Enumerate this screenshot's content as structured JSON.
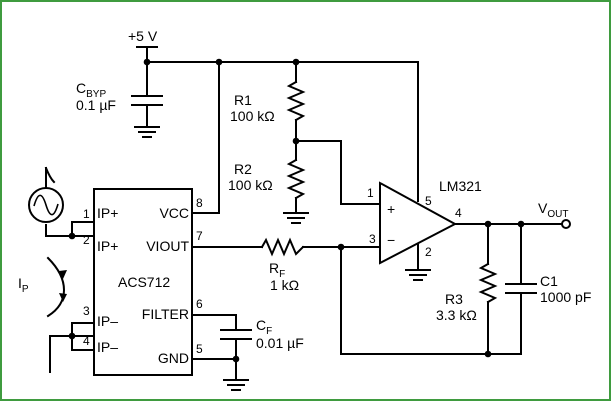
{
  "frame_color": "#3f9b3f",
  "supply": {
    "label": "+5 V"
  },
  "cbyp": {
    "name": "C",
    "sub": "BYP",
    "value": "0.1 µF"
  },
  "r1": {
    "name": "R1",
    "value": "100 kΩ"
  },
  "r2": {
    "name": "R2",
    "value": "100 kΩ"
  },
  "opamp": {
    "name": "LM321",
    "pin_plus_in": "1",
    "pin_minus_in": "3",
    "pin_out": "4",
    "pin_vcc": "5",
    "pin_gnd": "2",
    "plus_sign": "+",
    "minus_sign": "−"
  },
  "vout": {
    "name": "V",
    "sub": "OUT"
  },
  "r3": {
    "name": "R3",
    "value": "3.3 kΩ"
  },
  "c1": {
    "name": "C1",
    "value": "1000 pF"
  },
  "rf": {
    "name": "R",
    "sub": "F",
    "value": "1 kΩ"
  },
  "cf": {
    "name": "C",
    "sub": "F",
    "value": "0.01 µF"
  },
  "ic": {
    "name": "ACS712",
    "pins": {
      "ip1": {
        "num": "1",
        "label": "IP+"
      },
      "ip2": {
        "num": "2",
        "label": "IP+"
      },
      "ipm3": {
        "num": "3",
        "label": "IP–"
      },
      "ipm4": {
        "num": "4",
        "label": "IP–"
      },
      "gnd": {
        "num": "5",
        "label": "GND"
      },
      "filter": {
        "num": "6",
        "label": "FILTER"
      },
      "viout": {
        "num": "7",
        "label": "VIOUT"
      },
      "vcc": {
        "num": "8",
        "label": "VCC"
      }
    }
  },
  "ip": {
    "name": "I",
    "sub": "P"
  }
}
